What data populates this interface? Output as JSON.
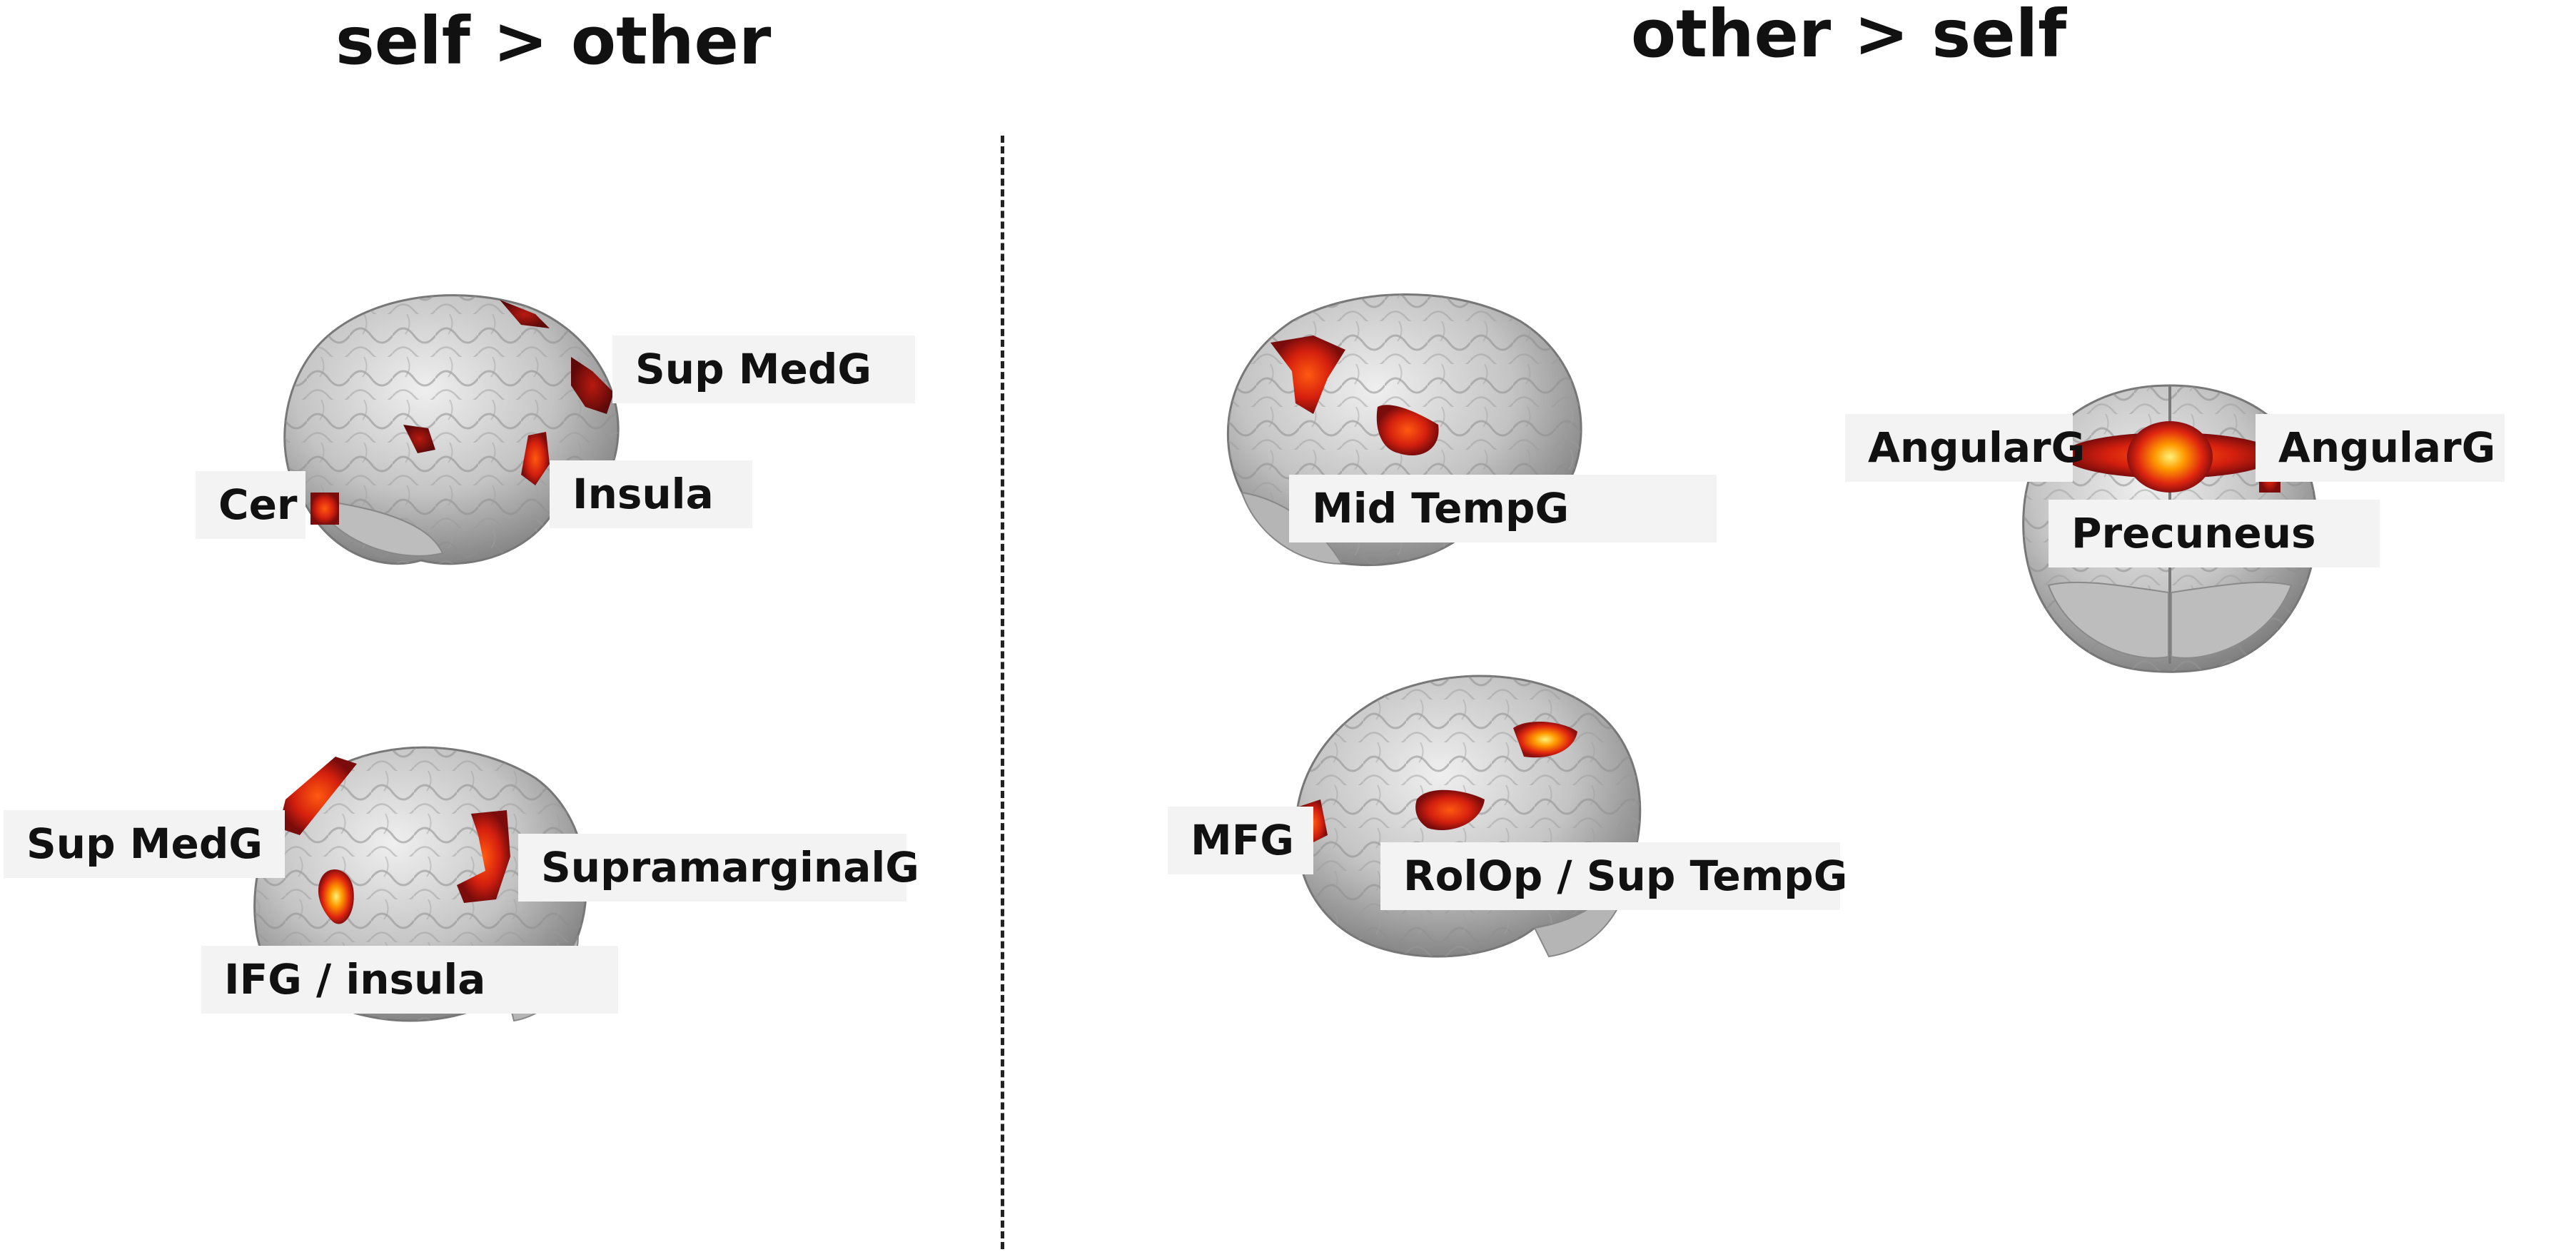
{
  "panels": {
    "left": {
      "title": "self > other",
      "labels": {
        "sup_medg_upper": "Sup MedG",
        "cer": "Cer",
        "insula": "Insula",
        "sup_medg_lower": "Sup MedG",
        "supramarginalg": "SupramarginalG",
        "ifg_insula": "IFG / insula"
      }
    },
    "right": {
      "title": "other > self",
      "labels": {
        "mid_tempg": "Mid TempG",
        "angularg_left": "AngularG",
        "angularg_right": "AngularG",
        "precuneus": "Precuneus",
        "mfg": "MFG",
        "rolop_sup_tempg": "RolOp / Sup TempG"
      }
    }
  },
  "colors": {
    "brain_fill": "#c9c9c9",
    "activation_dark": "#8b0f0f",
    "activation_mid": "#e0260f",
    "activation_hot": "#ffb000"
  }
}
